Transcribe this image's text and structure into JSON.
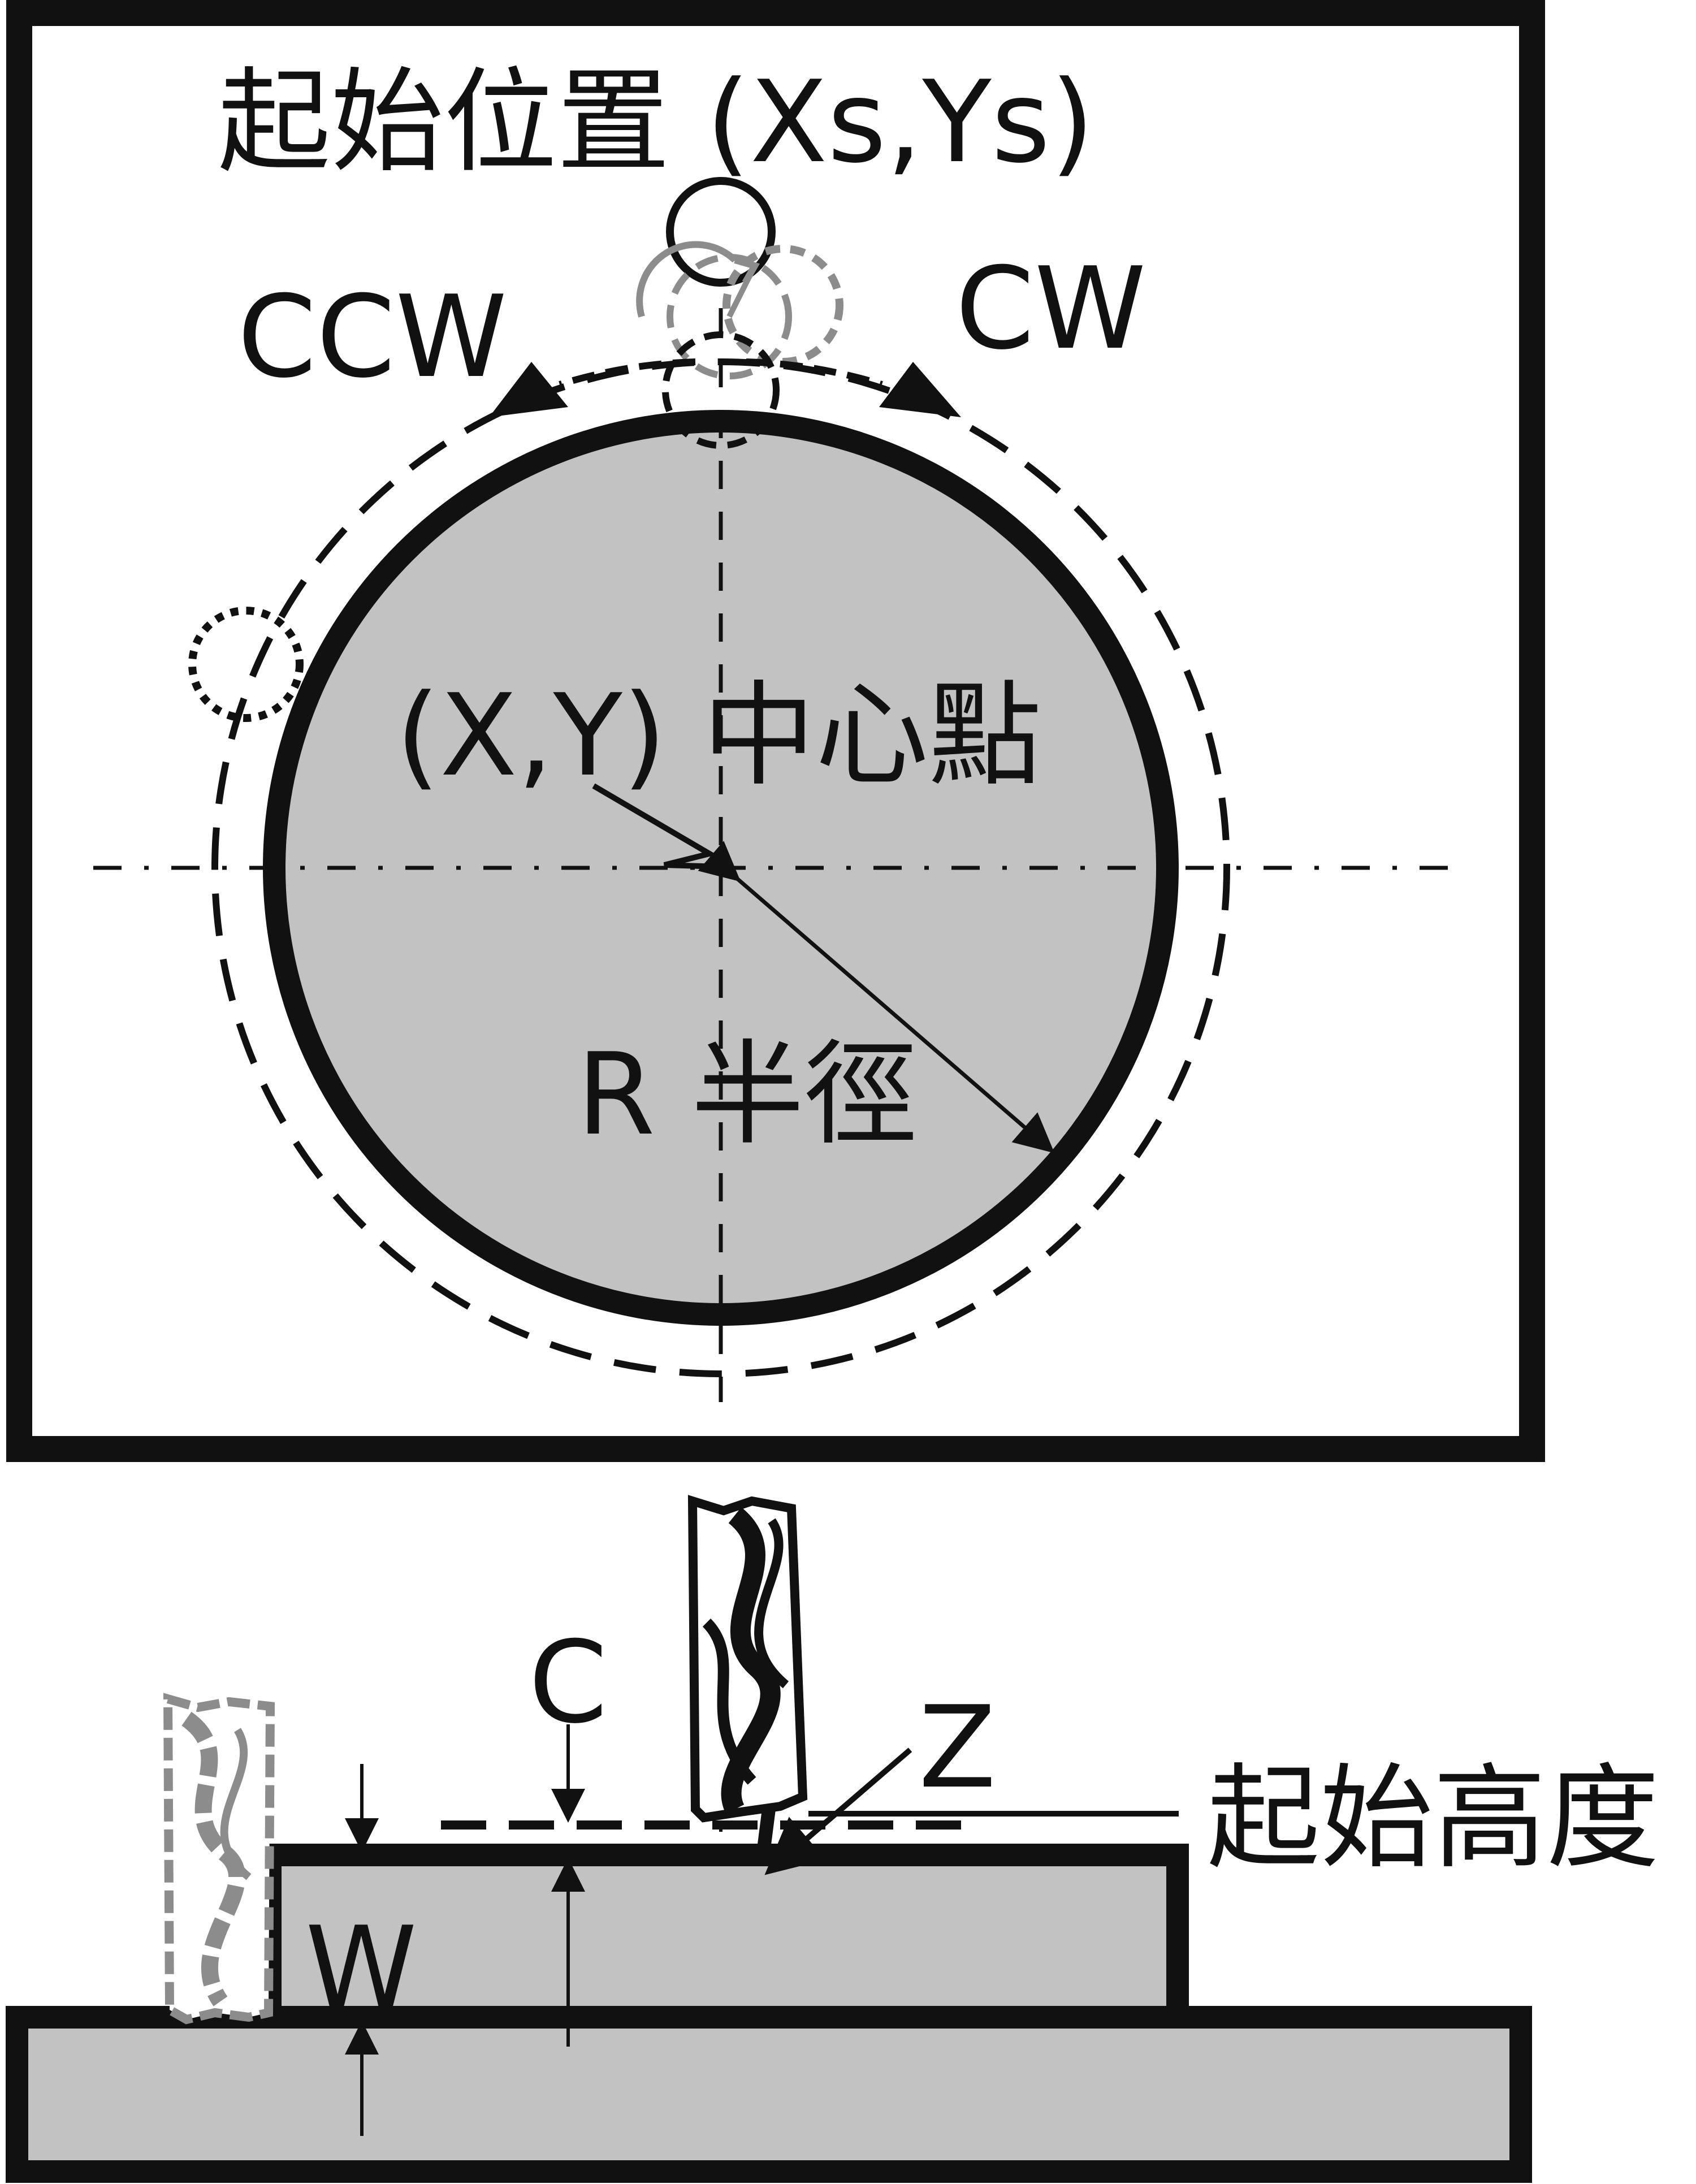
{
  "labels": {
    "start_position": "起始位置 (Xs,Ys)",
    "ccw": "CCW",
    "cw": "CW",
    "center_point": "(X,Y) 中心點",
    "radius": "R 半徑",
    "clearance": "C",
    "depth": "Z",
    "start_height": "起始高度",
    "width": "W"
  },
  "colors": {
    "ink": "#111111",
    "fill_gray": "#c2c2c2",
    "ghost_gray": "#8c8c8c",
    "background": "#ffffff"
  },
  "icons": {
    "end_mill_active": "end-mill-icon",
    "end_mill_ghost": "end-mill-ghost-icon"
  }
}
